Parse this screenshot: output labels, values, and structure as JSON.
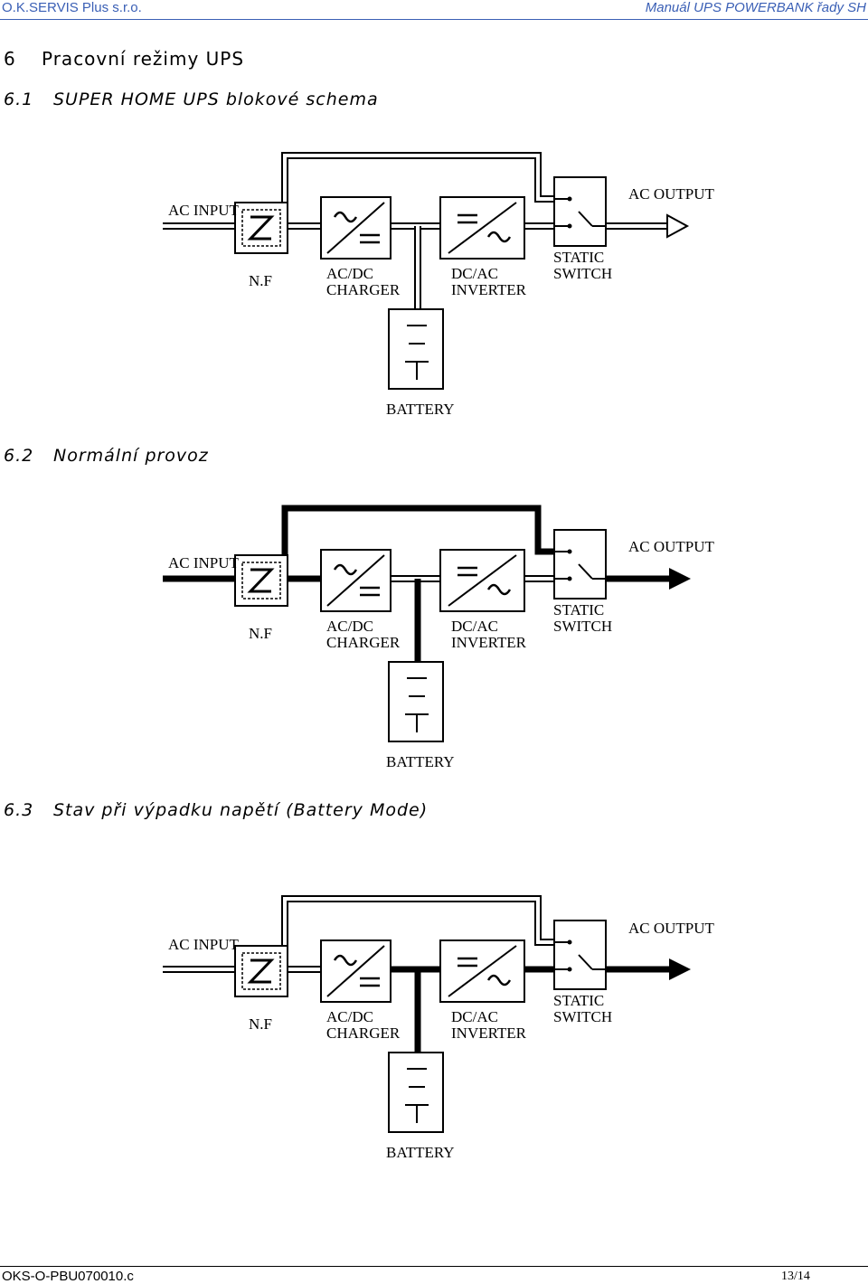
{
  "header": {
    "company": "O.K.SERVIS Plus s.r.o.",
    "manual_title": "Manuál UPS POWERBANK řady SH"
  },
  "chapter": {
    "number": "6",
    "title": "Pracovní režimy UPS"
  },
  "sections": [
    {
      "number": "6.1",
      "title": "SUPER HOME UPS blokové schema"
    },
    {
      "number": "6.2",
      "title": "Normální provoz"
    },
    {
      "number": "6.3",
      "title": "Stav při výpadku napětí (Battery Mode)"
    }
  ],
  "diagram_labels": {
    "ac_input": "AC INPUT",
    "ac_output": "AC OUTPUT",
    "nf": "N.F",
    "charger_line1": "AC/DC",
    "charger_line2": "CHARGER",
    "inverter_line1": "DC/AC",
    "inverter_line2": "INVERTER",
    "switch_line1": "STATIC",
    "switch_line2": "SWITCH",
    "battery": "BATTERY"
  },
  "footer": {
    "doc_id": "OKS-O-PBU070010.c",
    "page": "13/14"
  }
}
